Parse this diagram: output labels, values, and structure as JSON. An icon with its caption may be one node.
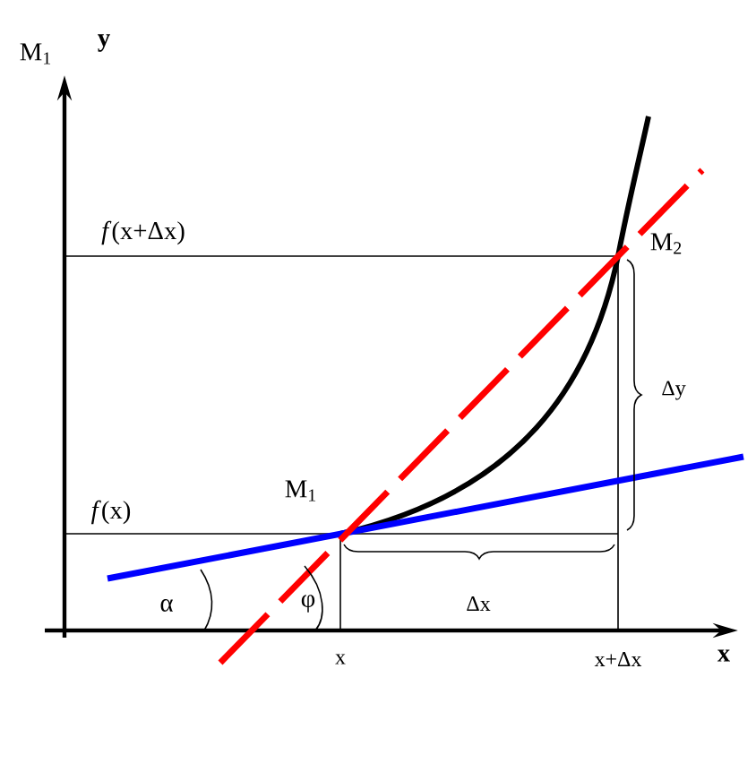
{
  "diagram": {
    "labels": [
      "M$_{1}$",
      "y",
      "*f*(x+Δx)",
      "M$_{2}$",
      "Δy",
      "*f*(x)",
      "M$_{1}$",
      "α",
      "φ",
      "Δx",
      "x",
      "x+Δx",
      "x"
    ]
  }
}
